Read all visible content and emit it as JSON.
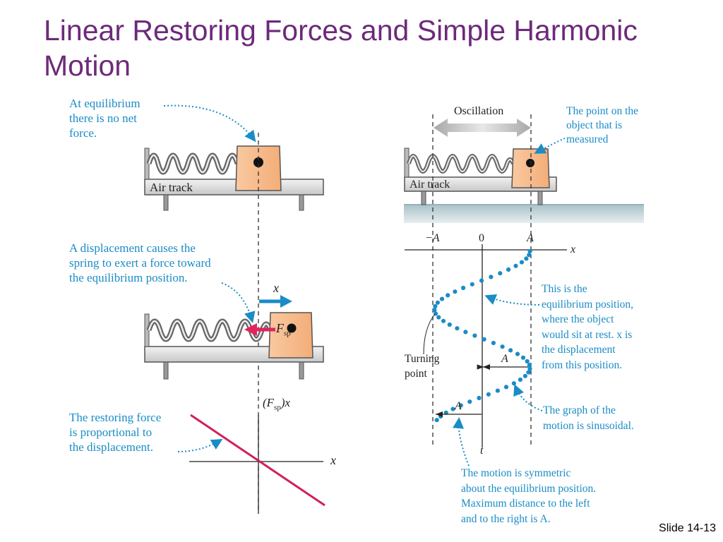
{
  "slide": {
    "title": "Linear Restoring Forces and Simple Harmonic Motion",
    "number": "Slide 14-13"
  },
  "left_panel": {
    "note_equilibrium": "At equilibrium\nthere is no net\nforce.",
    "note_displacement": "A displacement causes the\nspring to exert a force toward\nthe equilibrium position.",
    "note_proportional": "The restoring force\nis proportional to\nthe displacement.",
    "air_track_label": "Air track",
    "x_arrow_label": "x",
    "force_label": "F",
    "force_sub": "sp",
    "graph_y_label": "(F",
    "graph_y_sub": "sp",
    "graph_y_tail": ")x",
    "graph_x_label": "x"
  },
  "right_panel": {
    "oscillation_label": "Oscillation",
    "note_point": "The point on the\nobject that is\nmeasured",
    "air_track_label": "Air track",
    "axis_neg_a": "−A",
    "axis_zero": "0",
    "axis_pos_a": "A",
    "axis_x": "x",
    "axis_t": "t",
    "note_equilibrium": "This is the\nequilibrium position,\nwhere the object\nwould sit at rest. x is\nthe displacement\nfrom this position.",
    "turning_point": "Turning\npoint",
    "amp_right": "A",
    "amp_left": "A",
    "note_sinusoidal": "The graph of the\nmotion is sinusoidal.",
    "note_symmetric": "The motion is symmetric\nabout the equilibrium position.\nMaximum distance to the left\nand to the right is A."
  },
  "colors": {
    "title": "#6d2a7a",
    "annotation": "#1a8cc6",
    "block": "#f6b98a",
    "force_arrow": "#e0245e",
    "graph_line": "#d11f5b"
  }
}
